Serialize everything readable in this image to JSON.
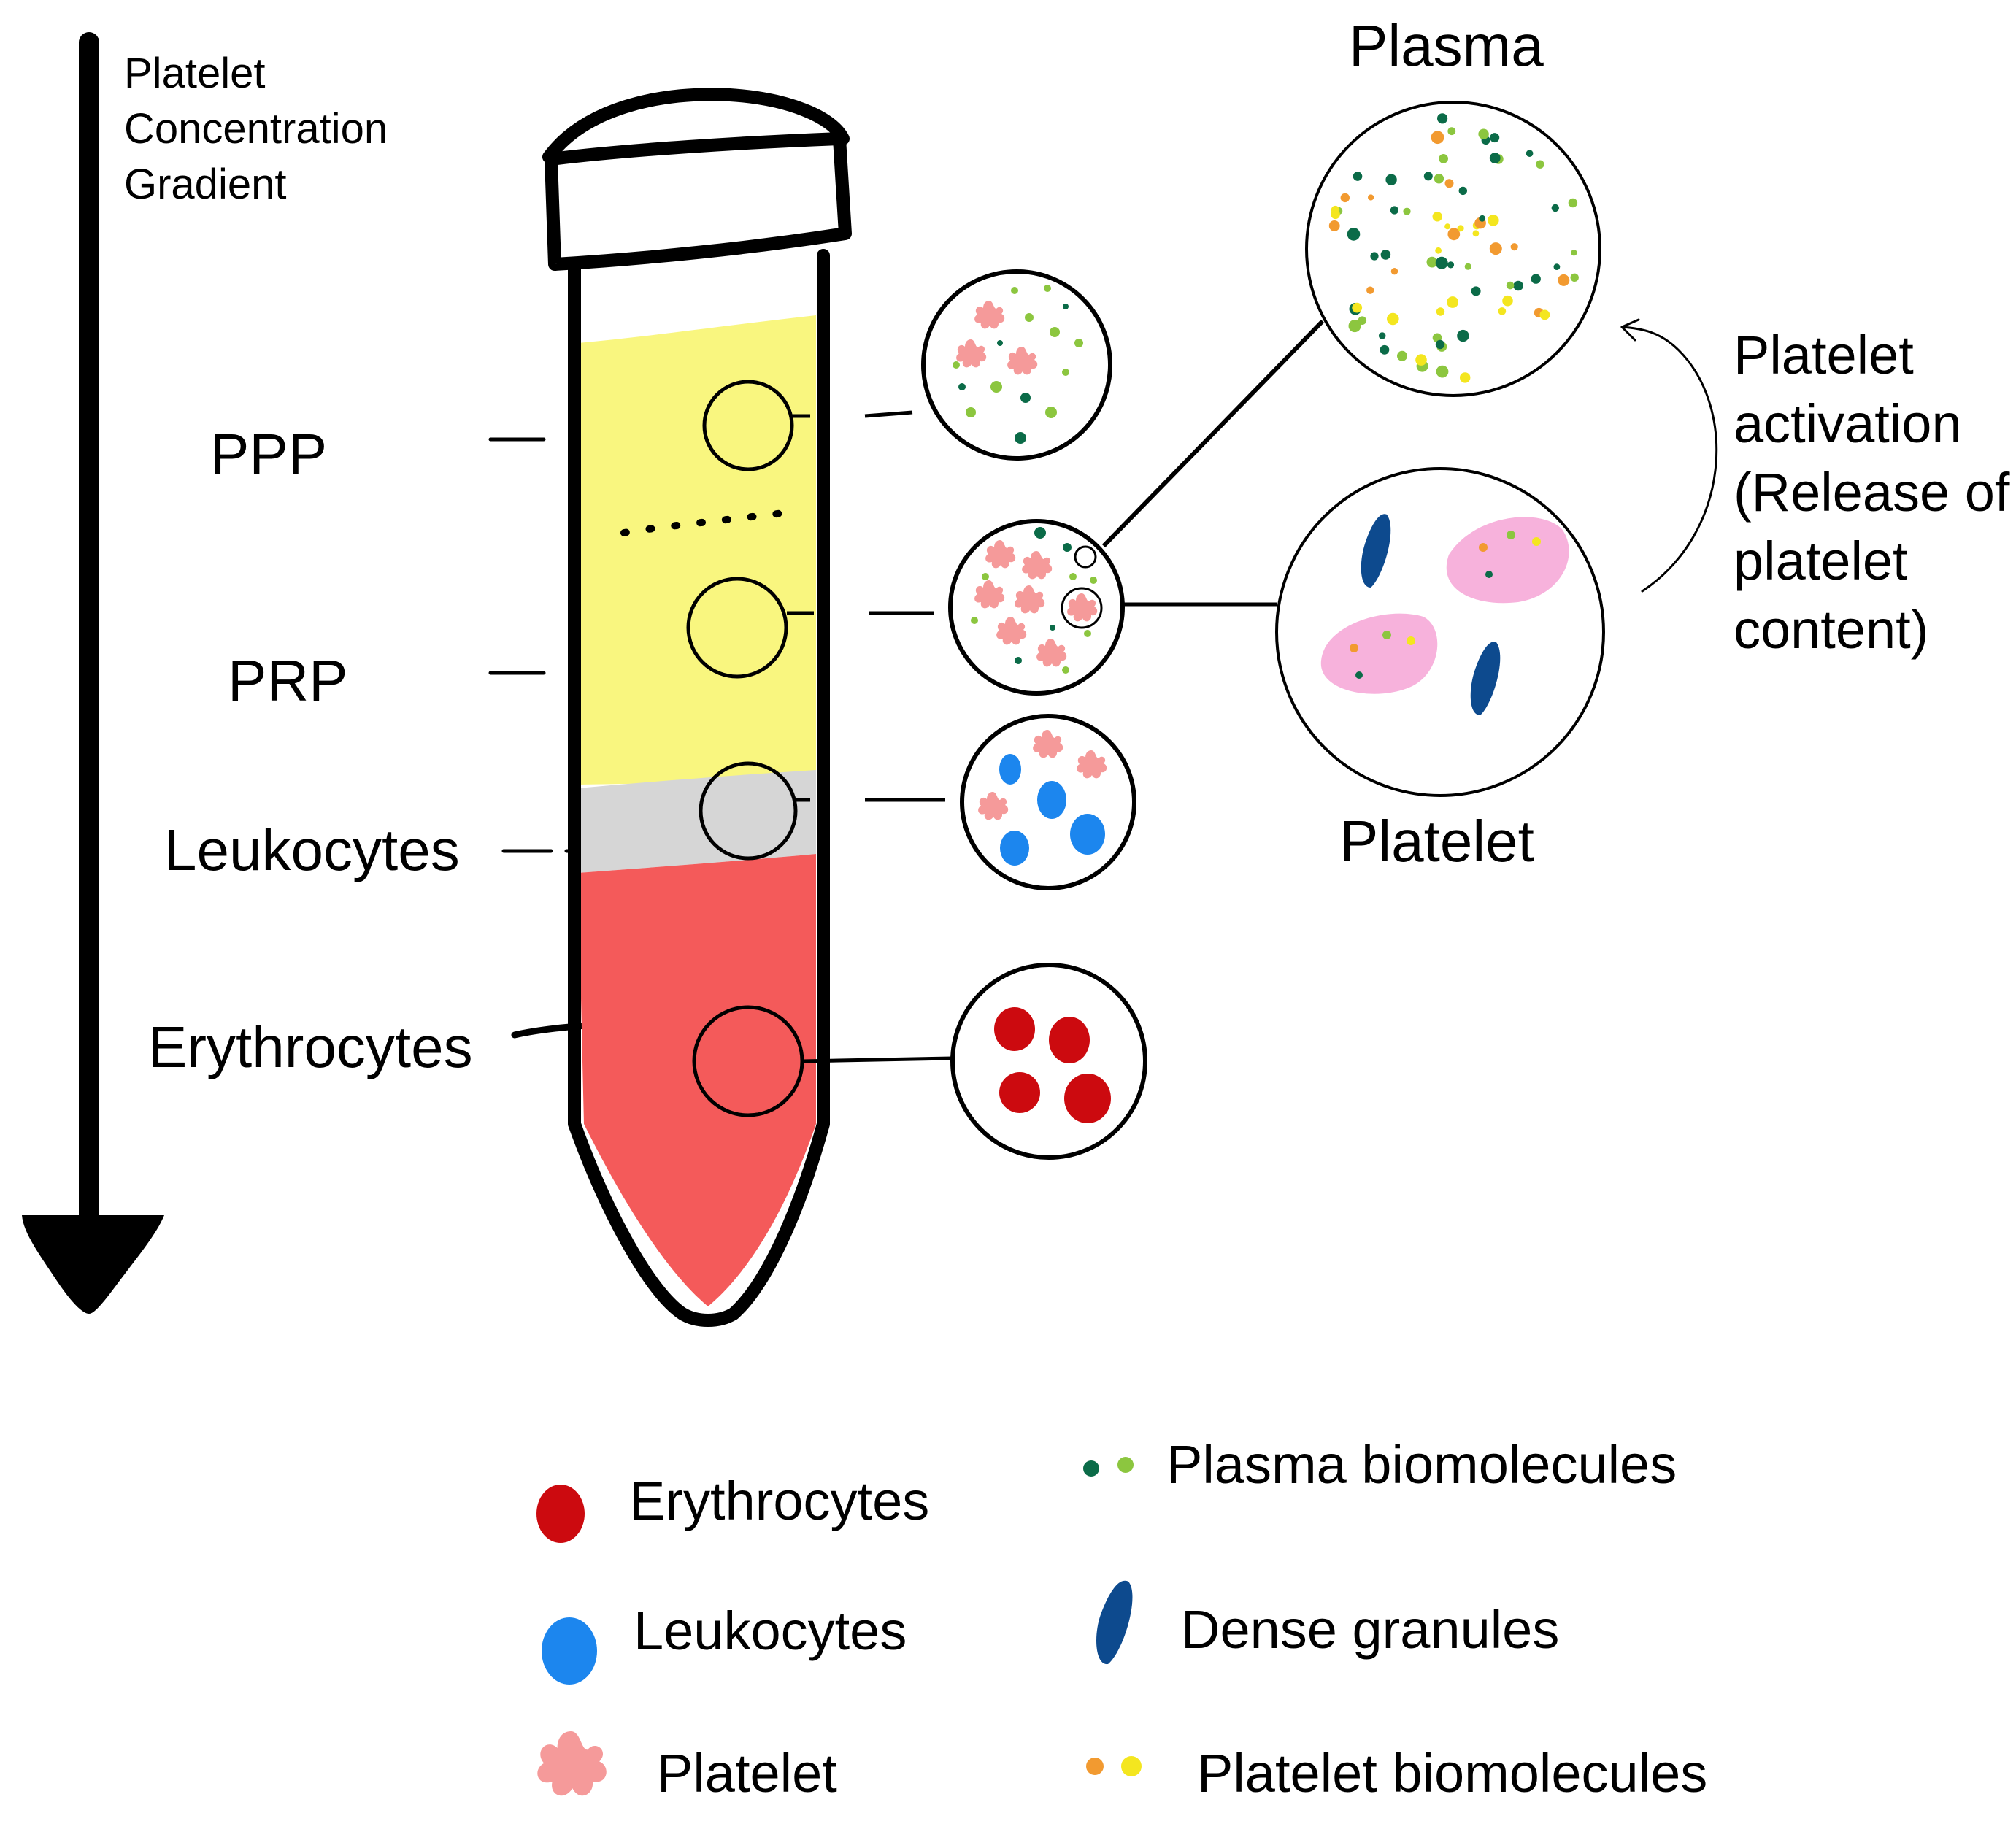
{
  "gradient": {
    "label_lines": [
      "Platelet",
      "Concentration",
      "Gradient"
    ]
  },
  "layers": {
    "ppp": "PPP",
    "prp": "PRP",
    "leukocytes": "Leukocytes",
    "erythrocytes": "Erythrocytes"
  },
  "zoom": {
    "plasma_title": "Plasma",
    "platelet_title": "Platelet",
    "activation_lines": [
      "Platelet",
      "activation",
      "(Release of",
      "platelet",
      "content)"
    ]
  },
  "legend": {
    "erythrocytes": "Erythrocytes",
    "leukocytes": "Leukocytes",
    "platelet": "Platelet",
    "plasma_biomolecules": "Plasma biomolecules",
    "dense_granules": "Dense granules",
    "platelet_biomolecules": "Platelet biomolecules"
  },
  "colors": {
    "plasma_yellow": "#f9f67f",
    "buffy_gray": "#d6d6d6",
    "rbc_layer": "#f45a5a",
    "erythrocyte": "#cc0a0f",
    "leukocyte": "#1c86ee",
    "platelet": "#f59a9a",
    "platelet_body": "#f7b2dc",
    "dense_granule": "#0d4a8e",
    "plasma_dark": "#0b6b48",
    "plasma_light": "#8cc63f",
    "platelet_bio_orange": "#f29a30",
    "platelet_bio_yellow": "#f4e61f"
  }
}
